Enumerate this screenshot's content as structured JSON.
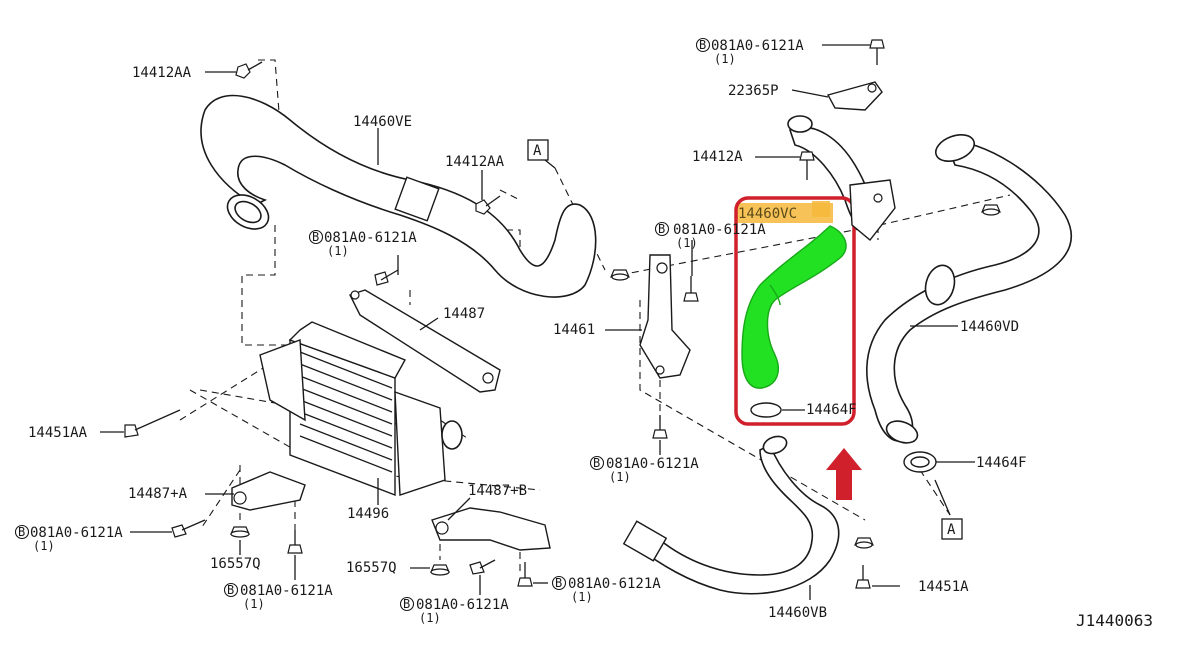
{
  "diagram": {
    "code": "J1440063",
    "highlight": {
      "label": "14460VC",
      "box_color": "#d0202b",
      "hose_color": "#22e022",
      "label_bg": "#f6b93b",
      "arrow_color": "#d0202b"
    },
    "labels": {
      "l_14412AA_top": "14412AA",
      "l_14460VE": "14460VE",
      "l_14412AA_mid": "14412AA",
      "l_A_top": "A",
      "l_081_top": "081A0-6121A",
      "l_081_top_qty": "(1)",
      "l_081_left": "081A0-6121A",
      "l_081_left_qty": "(1)",
      "l_22365P": "22365P",
      "l_14412A": "14412A",
      "l_081_midleft": "081A0-6121A",
      "l_081_midleft_qty": "(1)",
      "l_14487": "14487",
      "l_14461": "14461",
      "l_14460VD": "14460VD",
      "l_14464F_hl": "14464F",
      "l_14464F": "14464F",
      "l_14451AA": "14451AA",
      "l_14487pA": "14487+A",
      "l_081_center": "081A0-6121A",
      "l_081_center_qty": "(1)",
      "l_14487pB": "14487+B",
      "l_14496": "14496",
      "l_081_botleft": "081A0-6121A",
      "l_081_botleft_qty": "(1)",
      "l_16557Q_a": "16557Q",
      "l_16557Q_b": "16557Q",
      "l_081_bot1": "081A0-6121A",
      "l_081_bot1_qty": "(1)",
      "l_081_bot2": "081A0-6121A",
      "l_081_bot2_qty": "(1)",
      "l_081_bot3": "081A0-6121A",
      "l_081_bot3_qty": "(1)",
      "l_A_bottom": "A",
      "l_14451A": "14451A",
      "l_14460VB": "14460VB",
      "l_code": "J1440063"
    },
    "bolt_symbol": "B"
  }
}
